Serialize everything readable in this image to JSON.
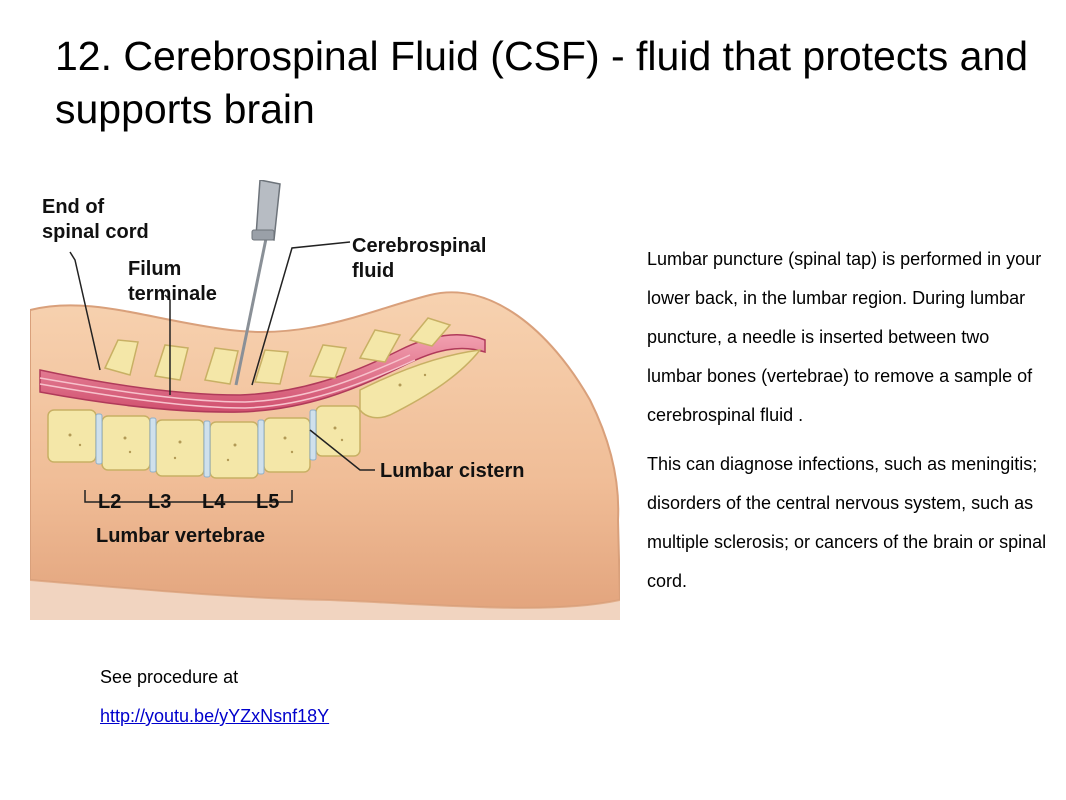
{
  "slide": {
    "title": "12.  Cerebrospinal Fluid (CSF) - fluid that protects and supports brain"
  },
  "illustration": {
    "labels": {
      "end_of_spinal_cord_1": "End of",
      "end_of_spinal_cord_2": "spinal cord",
      "filum_terminale_1": "Filum",
      "filum_terminale_2": "terminale",
      "csf_1": "Cerebrospinal",
      "csf_2": "fluid",
      "lumbar_cistern": "Lumbar cistern",
      "l2": "L2",
      "l3": "L3",
      "l4": "L4",
      "l5": "L5",
      "lumbar_vertebrae": "Lumbar vertebrae"
    },
    "colors": {
      "skin": "#f2c39c",
      "skin_shadow": "#d99a74",
      "vertebra": "#f4e7a8",
      "disc": "#cfe0ec",
      "cord": "#e0708a",
      "needle": "#9aa0a8"
    }
  },
  "description": {
    "paragraph_1": "Lumbar puncture (spinal tap) is performed in your lower back, in the lumbar region. During lumbar puncture, a needle is inserted between two lumbar bones (vertebrae) to remove a sample of cerebrospinal fluid .",
    "paragraph_2": "This can diagnose infections, such as meningitis; disorders of the central nervous system, such as multiple sclerosis; or cancers of the brain or spinal cord."
  },
  "procedure": {
    "label": "See procedure at",
    "link_text": "http://youtu.be/yYZxNsnf18Y"
  }
}
